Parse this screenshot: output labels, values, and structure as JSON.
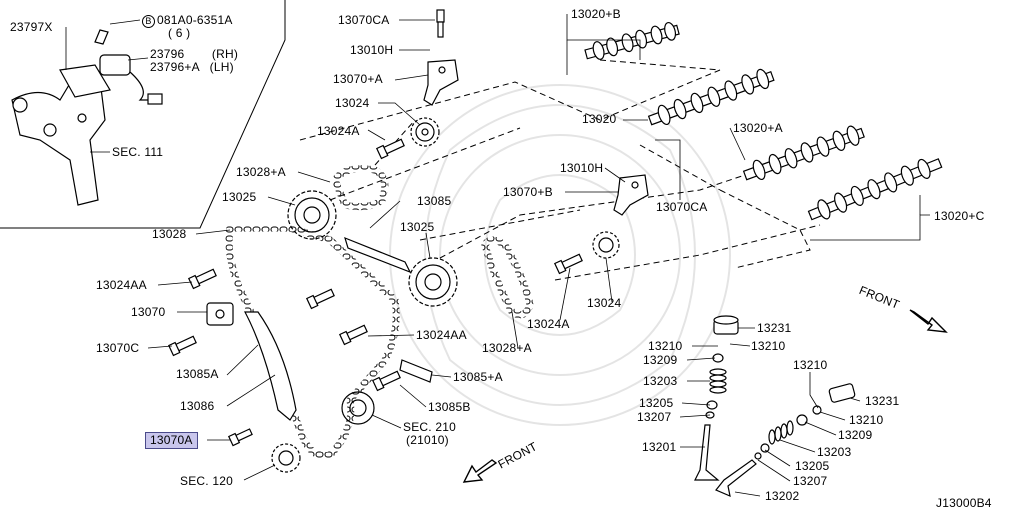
{
  "diagram_code": "J13000B4",
  "inset": {
    "bolt_code_badge": "B",
    "bolt_code": "081A0-6351A",
    "bolt_qty": "( 6 )",
    "part_23797x": "23797X",
    "part_23796": "23796",
    "part_23796_note": "(RH)",
    "part_23796a": "23796+A",
    "part_23796a_note": "(LH)",
    "sec_111": "SEC. 111"
  },
  "labels": {
    "p13070ca_top": "13070CA",
    "p13010h_top": "13010H",
    "p13070a_top": "13070+A",
    "p13024": "13024",
    "p13024a_left": "13024A",
    "p13028a": "13028+A",
    "p13025_left": "13025",
    "p13085": "13085",
    "p13028": "13028",
    "p13025_mid": "13025",
    "p13024aa_left": "13024AA",
    "p13070": "13070",
    "p13070c": "13070C",
    "p13024aa_mid": "13024AA",
    "p13085a": "13085A",
    "p13086": "13086",
    "p13085a_plus": "13085+A",
    "p13085b": "13085B",
    "p13070a_hl": "13070A",
    "sec210": "SEC. 210",
    "sec210_sub": "(21010)",
    "sec120": "SEC. 120",
    "p13024a_right": "13024A",
    "p13028a_right": "13028+A",
    "p13024_right": "13024",
    "p13020b": "13020+B",
    "p13020": "13020",
    "p13010h_mid": "13010H",
    "p13070b": "13070+B",
    "p13070ca_mid": "13070CA",
    "p13020a": "13020+A",
    "p13020c": "13020+C",
    "front_right": "FRONT",
    "front_left": "FRONT",
    "v13231_top": "13231",
    "v13210_a": "13210",
    "v13210_b": "13210",
    "v13209_a": "13209",
    "v13203_a": "13203",
    "v13205_a": "13205",
    "v13207_a": "13207",
    "v13201": "13201",
    "v13210_c": "13210",
    "v13231_r": "13231",
    "v13210_d": "13210",
    "v13209_b": "13209",
    "v13203_b": "13203",
    "v13205_b": "13205",
    "v13207_b": "13207",
    "v13202": "13202"
  }
}
